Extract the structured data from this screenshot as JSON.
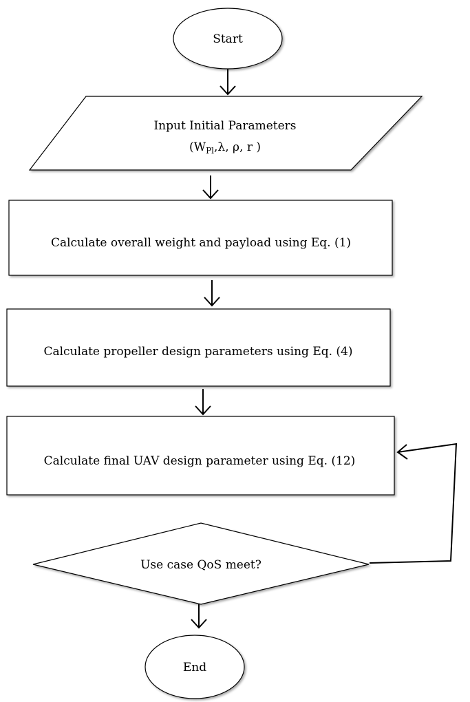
{
  "nodes": {
    "start": "Start",
    "input": {
      "line1": "Input Initial Parameters",
      "params_open": "(W",
      "params_sub": "Pl",
      "params_rest": ",λ, ρ,  r )"
    },
    "step1": "Calculate overall weight and payload using Eq. (1)",
    "step2": "Calculate propeller design parameters using Eq. (4)",
    "step3": "Calculate final UAV design parameter using Eq. (12)",
    "decision": "Use case QoS meet?",
    "end": "End"
  }
}
